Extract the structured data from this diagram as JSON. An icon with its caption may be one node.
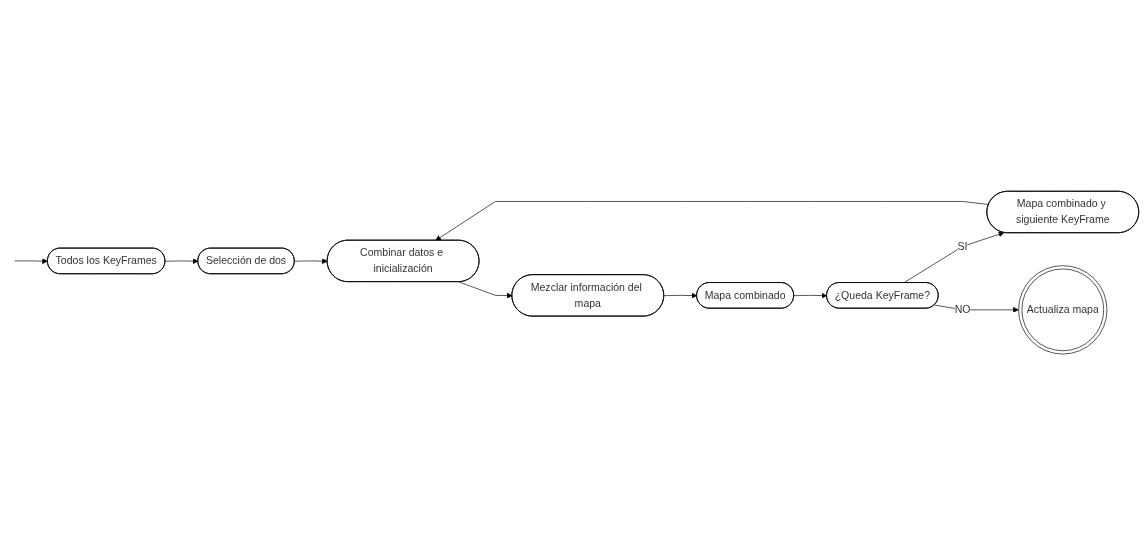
{
  "diagram": {
    "nodes": [
      {
        "text": [
          "Todos los KeyFrames"
        ]
      },
      {
        "text": [
          "Selección de dos"
        ]
      },
      {
        "text": [
          "Combinar datos e inicialización"
        ]
      },
      {
        "text": [
          "Mezclar información del mapa"
        ]
      },
      {
        "text": [
          "Mapa combinado"
        ]
      },
      {
        "text": [
          "¿Queda KeyFrame?"
        ]
      },
      {
        "text": [
          "Mapa combinado y siguiente KeyFrame"
        ]
      },
      {
        "text": [
          "Actualiza mapa"
        ]
      }
    ],
    "edges": [
      {
        "from": null,
        "to": 0,
        "arrow": "to"
      },
      {
        "from": 0,
        "to": 1,
        "arrow": "to"
      },
      {
        "from": 1,
        "to": 2,
        "arrow": "to"
      },
      {
        "from": 2,
        "to": 3,
        "arrow": "to"
      },
      {
        "from": 3,
        "to": 4,
        "arrow": "to"
      },
      {
        "from": 4,
        "to": 5,
        "arrow": "to"
      },
      {
        "from": 5,
        "to": 6,
        "arrow": "to",
        "label": "SI"
      },
      {
        "from": 6,
        "to": 2,
        "arrow": "to"
      },
      {
        "from": 5,
        "to": 7,
        "arrow": "to",
        "label": "NO"
      }
    ]
  }
}
